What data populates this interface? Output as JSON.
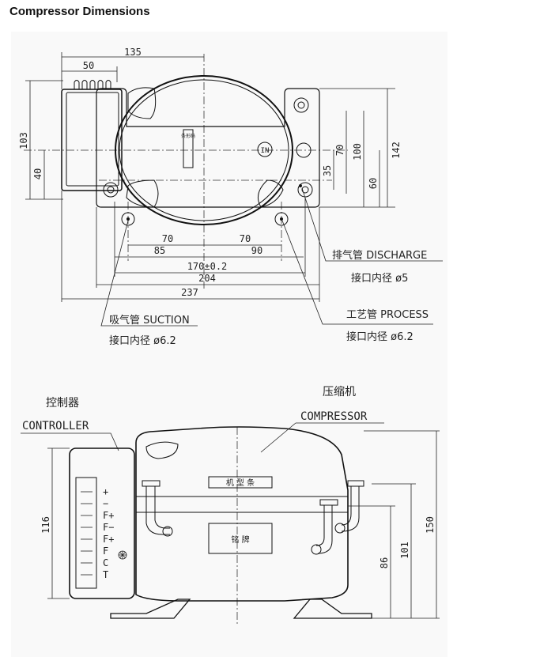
{
  "page": {
    "title": "Compressor Dimensions"
  },
  "top_view": {
    "dims": {
      "d135": "135",
      "d50": "50",
      "d103": "103",
      "d40": "40",
      "d70r": "70",
      "d100": "100",
      "d142": "142",
      "d35": "35",
      "d60": "60",
      "d70a": "70",
      "d70b": "70",
      "d85": "85",
      "d90": "90",
      "d170": "170±0.2",
      "d204": "204",
      "d237": "237"
    },
    "in_label": "IN",
    "nameplate_text": "条形码",
    "discharge": {
      "name": "排气管 DISCHARGE",
      "spec": "接口内径 ø5"
    },
    "process": {
      "name": "工艺管 PROCESS",
      "spec": "接口内径 ø6.2"
    },
    "suction": {
      "name": "吸气管 SUCTION",
      "spec": "接口内径 ø6.2"
    }
  },
  "side_view": {
    "controller_cn": "控制器",
    "controller_en": "CONTROLLER",
    "compressor_cn": "压缩机",
    "compressor_en": "COMPRESSOR",
    "dims": {
      "d116": "116",
      "d86": "86",
      "d101": "101",
      "d150": "150"
    },
    "model_bar": "机 型 条",
    "nameplate": "铭 牌",
    "terminals": [
      "+",
      "−",
      "F+",
      "F−",
      "F+",
      "F",
      "C",
      "T"
    ]
  }
}
